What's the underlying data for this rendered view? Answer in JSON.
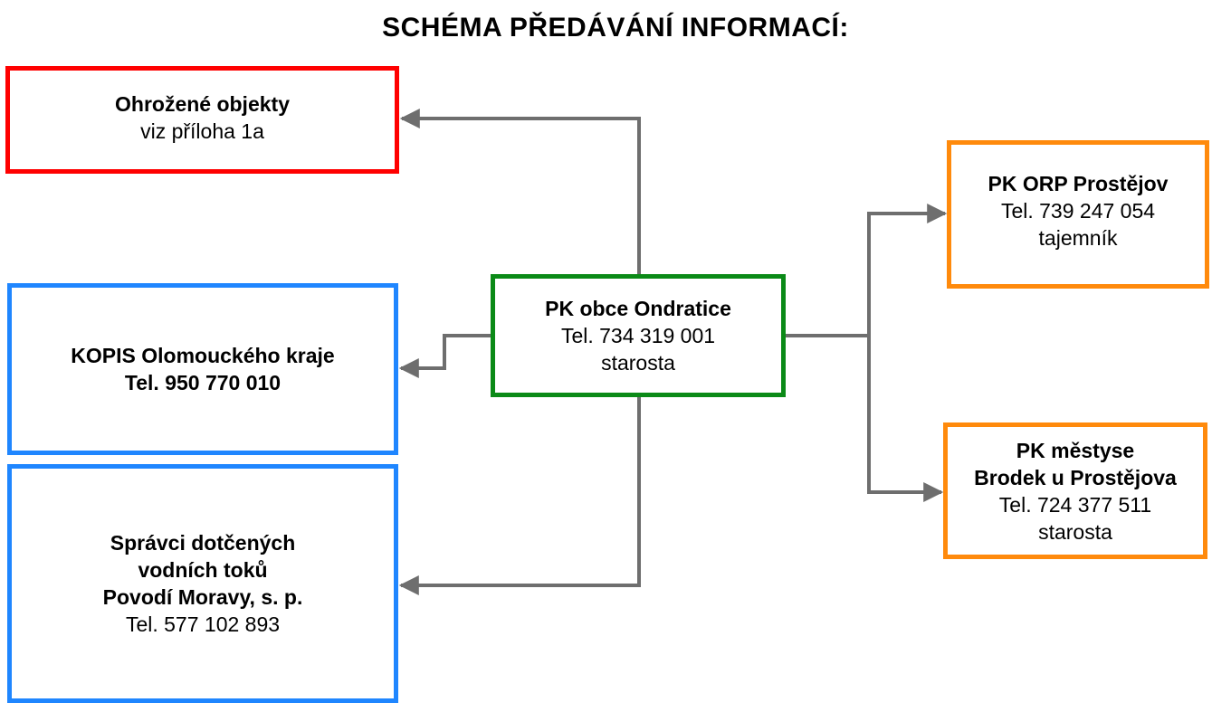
{
  "title": "SCHÉMA PŘEDÁVÁNÍ INFORMACÍ:",
  "colors": {
    "ohrozene_border": "#ff0000",
    "blue_border": "#1f86ff",
    "center_border": "#0b8a17",
    "orange_border": "#ff8a0c",
    "connector": "#6e6e6e"
  },
  "nodes": {
    "ohrozene": {
      "name": "Ohrožené objekty",
      "line1": "viz příloha 1a"
    },
    "kopis": {
      "name": "KOPIS Olomouckého kraje",
      "phone": "Tel. 950 770 010"
    },
    "spravci": {
      "name1": "Správci dotčených",
      "name2": "vodních toků",
      "name3": "Povodí Moravy, s. p.",
      "phone": "Tel. 577 102 893"
    },
    "center": {
      "name": "PK obce Ondratice",
      "phone": "Tel. 734 319 001",
      "role": "starosta"
    },
    "orp": {
      "name": "PK ORP Prostějov",
      "phone": "Tel. 739 247 054",
      "role": "tajemník"
    },
    "brodek": {
      "name1": "PK městyse",
      "name2": "Brodek u Prostějova",
      "phone": "Tel. 724 377 511",
      "role": "starosta"
    }
  }
}
